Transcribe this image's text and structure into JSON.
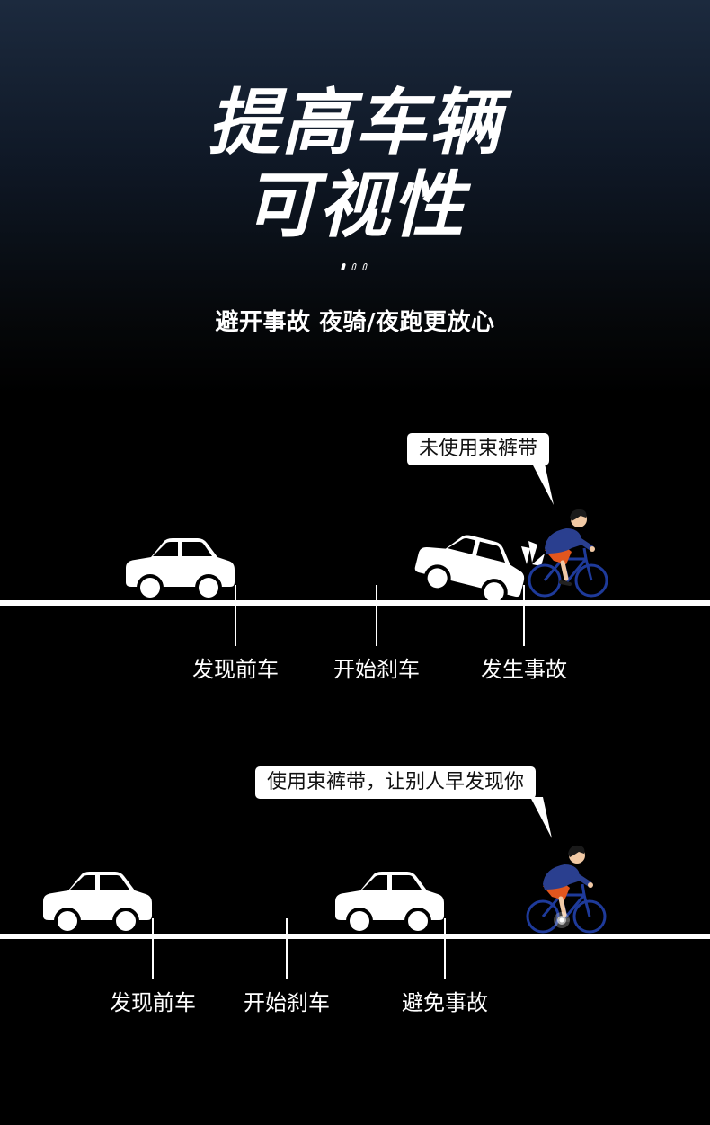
{
  "header": {
    "title_line1": "提高车辆",
    "title_line2": "可视性",
    "subtitle": "避开事故 夜骑/夜跑更放心"
  },
  "scene_without": {
    "bubble": "未使用束裤带",
    "labels": [
      "发现前车",
      "开始刹车",
      "发生事故"
    ]
  },
  "scene_with": {
    "bubble": "使用束裤带，让别人早发现你",
    "labels": [
      "发现前车",
      "开始刹车",
      "避免事故"
    ]
  },
  "colors": {
    "background_top": "#1c2a3e",
    "background_bottom": "#000000",
    "road": "#ffffff",
    "cyclist_shirt": "#2a3f8f",
    "cyclist_pants": "#e2561e",
    "bike_frame": "#1e3a9a"
  },
  "icons": [
    "car-icon",
    "cyclist-icon",
    "impact-burst-icon",
    "reflective-light-icon"
  ]
}
